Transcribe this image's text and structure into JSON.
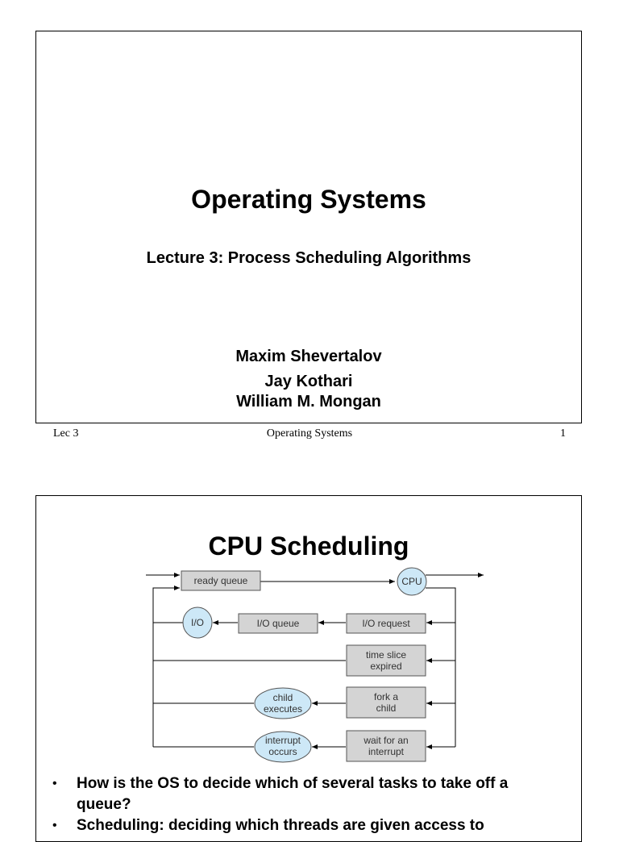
{
  "slide1": {
    "title": "Operating Systems",
    "subtitle": "Lecture 3:  Process Scheduling Algorithms",
    "authors": [
      "Maxim Shevertalov",
      "Jay Kothari",
      "William M. Mongan"
    ]
  },
  "footer": {
    "left": "Lec 3",
    "center": "Operating Systems",
    "right": "1"
  },
  "slide2": {
    "title": "CPU Scheduling",
    "diagram": {
      "ready_queue": "ready queue",
      "cpu": "CPU",
      "io": "I/O",
      "io_queue": "I/O queue",
      "io_request": "I/O request",
      "time_slice_line1": "time slice",
      "time_slice_line2": "expired",
      "fork_line1": "fork a",
      "fork_line2": "child",
      "child_exec_line1": "child",
      "child_exec_line2": "executes",
      "wait_line1": "wait for an",
      "wait_line2": "interrupt",
      "interrupt_line1": "interrupt",
      "interrupt_line2": "occurs",
      "box_fill": "#d4d4d4",
      "ellipse_fill": "#cde8f7"
    },
    "bullets": [
      "How is the OS to decide which of several tasks to take off a queue?",
      "Scheduling: deciding which threads are given access to"
    ]
  }
}
